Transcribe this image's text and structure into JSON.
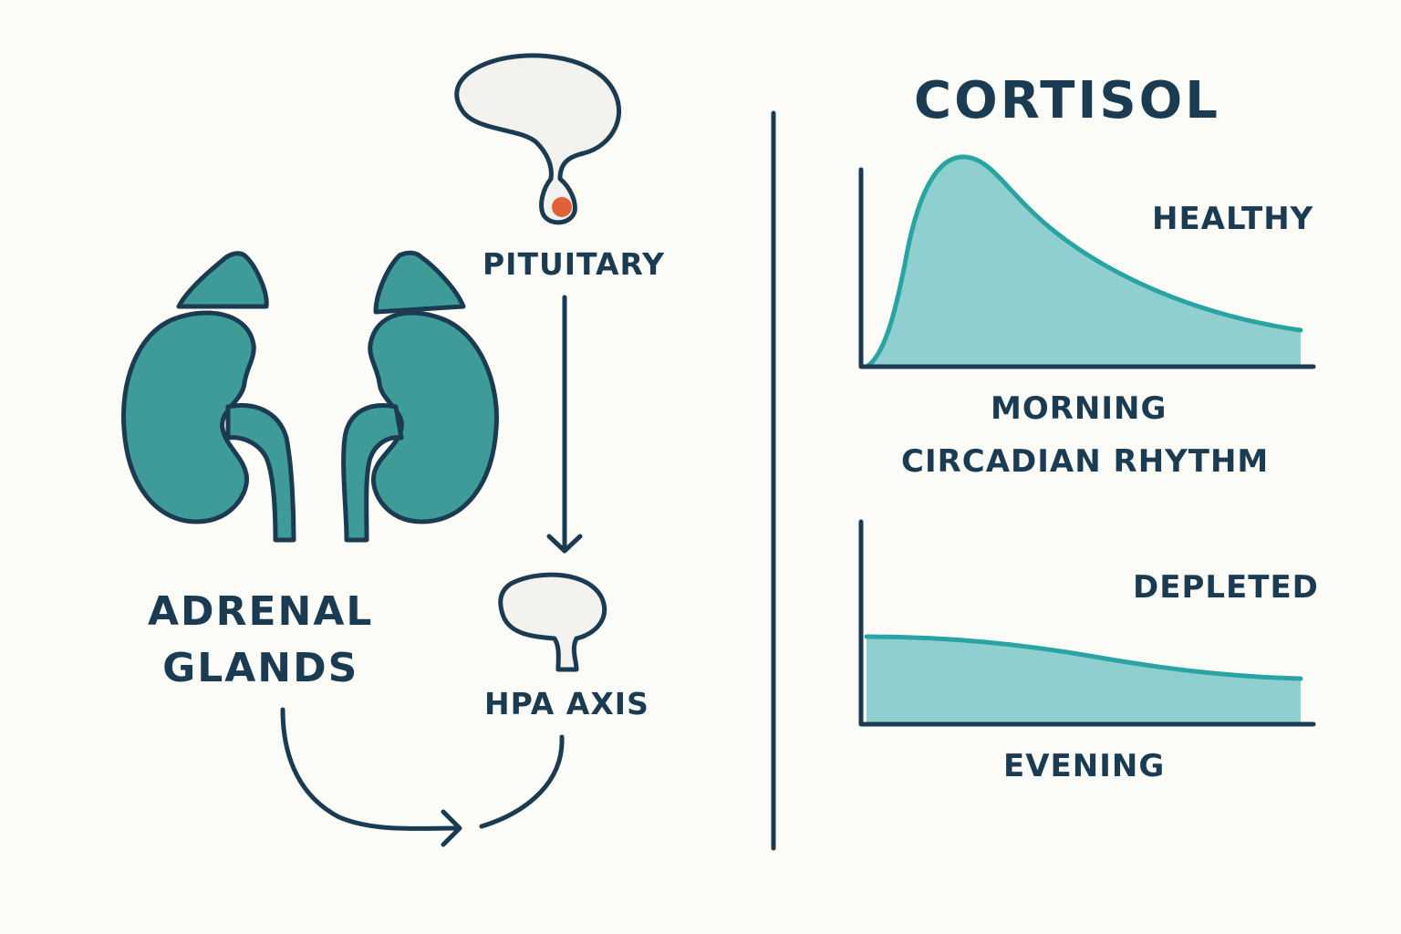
{
  "labels": {
    "pituitary": "PITUITARY",
    "adrenal_line1": "ADRENAL",
    "adrenal_line2": "GLANDS",
    "hpa_axis": "HPA AXIS",
    "title": "CORTISOL",
    "healthy": "HEALTHY",
    "morning": "MORNING",
    "circadian": "CIRCADIAN RHYTHM",
    "depleted": "DEPLETED",
    "evening": "EVENING"
  },
  "colors": {
    "ink": "#1b3b52",
    "teal": "#3f9b98",
    "teal_line": "#2aa3a3",
    "teal_fill": "#90cfcf",
    "gland_fill": "#f4f2ee",
    "pituitary_dot": "#e0603a",
    "background": "#fbfbf7"
  },
  "icons": {
    "pituitary": "pituitary-gland-icon",
    "kidneys": "kidney-adrenal-icon",
    "hpa": "hypothalamus-icon"
  }
}
